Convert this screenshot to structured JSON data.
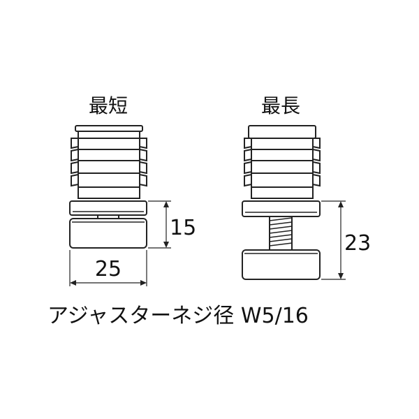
{
  "left_label": "最短",
  "right_label": "最長",
  "dim_height_short": "15",
  "dim_width": "25",
  "dim_height_long": "23",
  "caption": "アジャスターネジ径 W5/16"
}
